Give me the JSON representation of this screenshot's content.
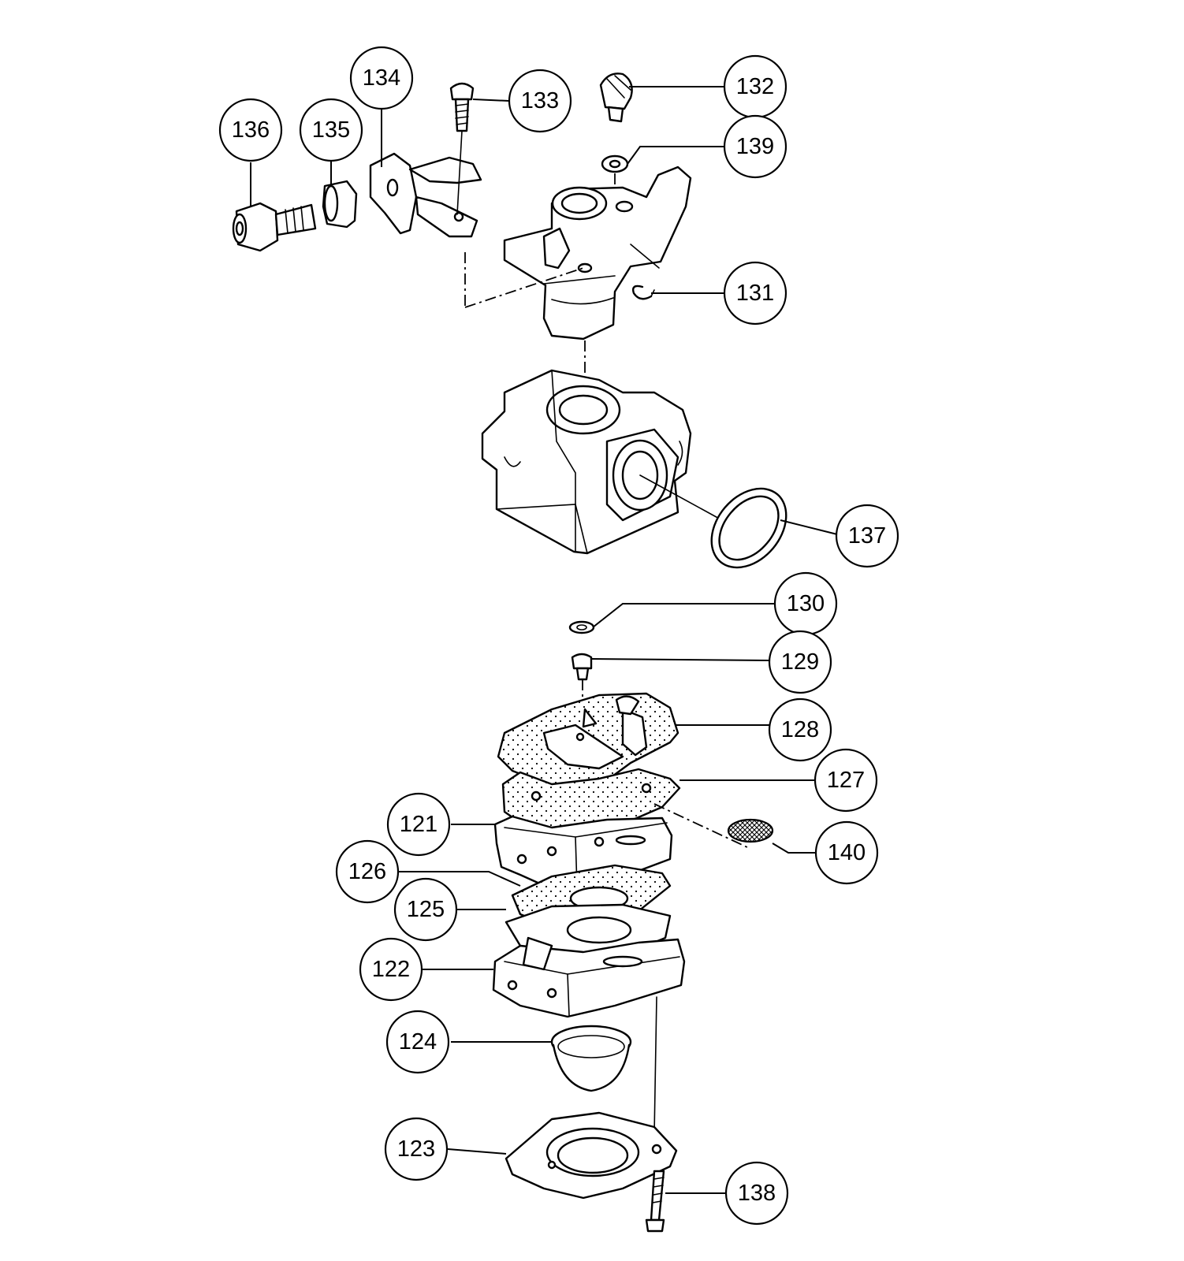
{
  "diagram": {
    "callouts": [
      {
        "id": "c136",
        "label": "136"
      },
      {
        "id": "c135",
        "label": "135"
      },
      {
        "id": "c134",
        "label": "134"
      },
      {
        "id": "c133",
        "label": "133"
      },
      {
        "id": "c132",
        "label": "132"
      },
      {
        "id": "c139",
        "label": "139"
      },
      {
        "id": "c131",
        "label": "131"
      },
      {
        "id": "c137",
        "label": "137"
      },
      {
        "id": "c130",
        "label": "130"
      },
      {
        "id": "c129",
        "label": "129"
      },
      {
        "id": "c128",
        "label": "128"
      },
      {
        "id": "c127",
        "label": "127"
      },
      {
        "id": "c121",
        "label": "121"
      },
      {
        "id": "c140",
        "label": "140"
      },
      {
        "id": "c126",
        "label": "126"
      },
      {
        "id": "c125",
        "label": "125"
      },
      {
        "id": "c122",
        "label": "122"
      },
      {
        "id": "c124",
        "label": "124"
      },
      {
        "id": "c123",
        "label": "123"
      },
      {
        "id": "c138",
        "label": "138"
      }
    ]
  }
}
